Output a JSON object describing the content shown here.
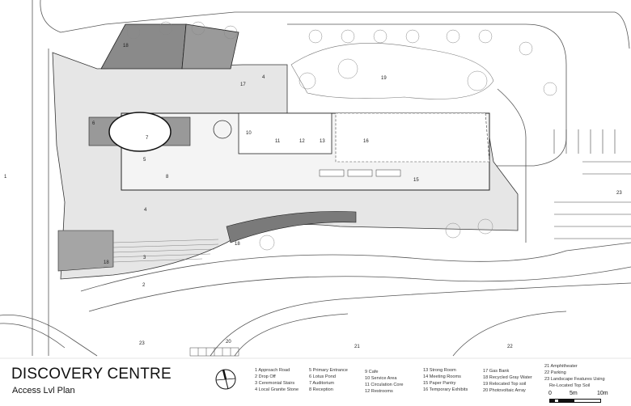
{
  "title": "DISCOVERY CENTRE",
  "subtitle": "Access Lvl Plan",
  "plan_labels": [
    "1",
    "2",
    "3",
    "4",
    "4",
    "5",
    "6",
    "7",
    "8",
    "10",
    "11",
    "12",
    "13",
    "15",
    "16",
    "17",
    "18",
    "18",
    "18",
    "19",
    "20",
    "21",
    "22",
    "23",
    "23"
  ],
  "legend": [
    [
      "1 Approach Road",
      "2 Drop Off",
      "3 Ceremonial Stairs",
      "4 Local Granite Stone"
    ],
    [
      "5 Primary Entrance",
      "6 Lotus Pond",
      "7 Auditorium",
      "8 Reception"
    ],
    [
      "9 Cafe",
      "10 Service Area",
      "11 Circulation Core",
      "12 Restrooms"
    ],
    [
      "13 Strong Room",
      "14 Meeting Rooms",
      "15 Paper Pantry",
      "16 Temporary Exhibits"
    ],
    [
      "17 Gas Bank",
      "18 Recycled Gray Water",
      "19 Relocated Top soil",
      "20 Photovoltaic Array"
    ],
    [
      "21 Amphitheater",
      "22 Parking",
      "23 Landscape Features Using",
      "Re-Located Top Soil"
    ]
  ],
  "scale_bar": {
    "labels": [
      "0",
      "5m",
      "10m"
    ]
  },
  "north_arrow_icon": "north-arrow-icon",
  "colors": {
    "paving": "#e6e6e6",
    "water_panel": "#7a7a7a",
    "line": "#333333"
  }
}
